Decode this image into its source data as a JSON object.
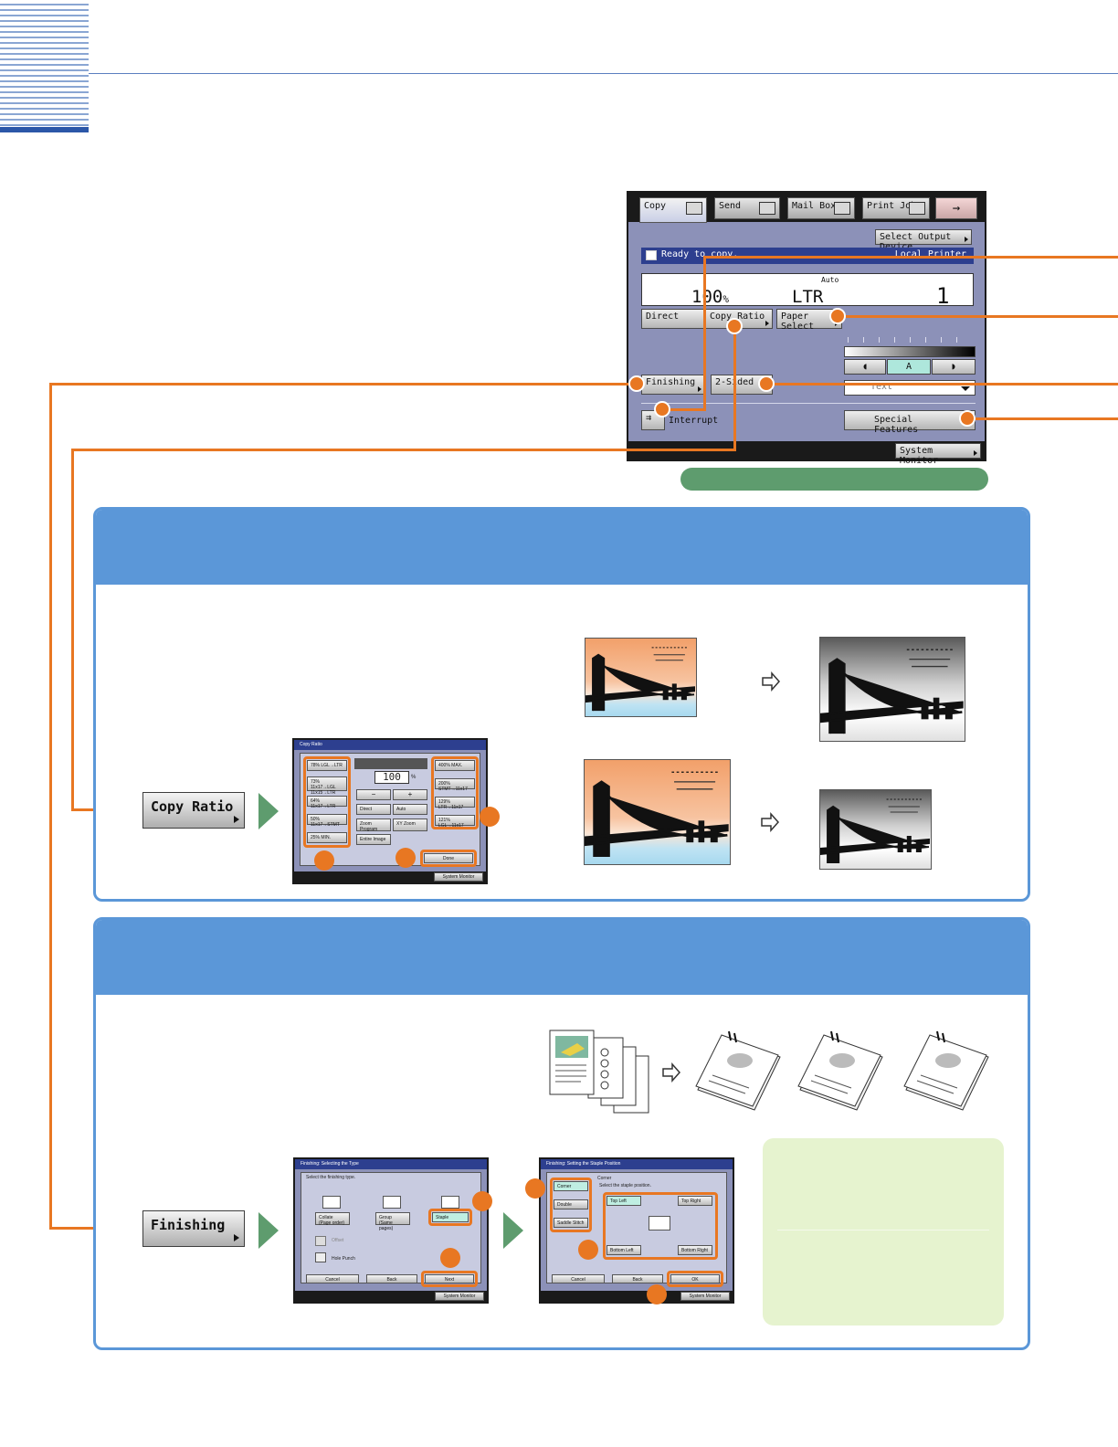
{
  "panel": {
    "tabs": [
      {
        "label": "Copy"
      },
      {
        "label": "Send"
      },
      {
        "label": "Mail Box"
      },
      {
        "label": "Print Job"
      }
    ],
    "select_output": "Select Output Device",
    "local_printer": "Local Printer",
    "status": "Ready to copy.",
    "ratio": "100",
    "ratio_unit": "%",
    "paper_auto": "Auto",
    "paper": "LTR",
    "quantity": "1",
    "buttons": {
      "direct": "Direct",
      "copy_ratio": "Copy Ratio",
      "paper_select": "Paper Select",
      "finishing": "Finishing",
      "two_sided": "2-Sided",
      "interrupt": "Interrupt",
      "special_features": "Special Features",
      "system_monitor": "System Monitor"
    },
    "density_auto": "A",
    "image_type": "Text"
  },
  "section_copy_ratio": {
    "button": "Copy Ratio",
    "screen": {
      "title": "Copy Ratio",
      "preset_reduce": [
        "78% LGL→LTR",
        "73% 11x17→LGL\n11x15→LTR",
        "64% 11x17→LTR",
        "50% 11x17→STMT",
        "25% MIN."
      ],
      "preset_enlarge": [
        "400% MAX.",
        "200% STMT→11x17",
        "129% LTR→11x17",
        "121% LGL→11x17"
      ],
      "value": "100",
      "unit": "%",
      "minus": "−",
      "plus": "+",
      "direct": "Direct",
      "auto": "Auto",
      "zoom_program": "Zoom\nProgram",
      "xy_zoom": "XY Zoom",
      "entire_image": "Entire Image",
      "done": "Done",
      "system_monitor": "System Monitor"
    }
  },
  "section_finishing": {
    "button": "Finishing",
    "screen1": {
      "title": "Finishing: Selecting the Type",
      "prompt": "Select the finishing type.",
      "collate": "Collate\n(Page order)",
      "group": "Group\n(Same pages)",
      "staple": "Staple",
      "offset": "Offset",
      "hole_punch": "Hole Punch",
      "cancel": "Cancel",
      "back": "Back",
      "next": "Next",
      "system_monitor": "System Monitor"
    },
    "screen2": {
      "title": "Finishing: Setting the Staple Position",
      "prompt": "Select the staple position.",
      "corner_label": "Corner",
      "corner": "Corner",
      "double": "Double",
      "saddle": "Saddle Stitch",
      "top_left": "Top Left",
      "top_right": "Top Right",
      "bottom_left": "Bottom Left",
      "bottom_right": "Bottom Right",
      "cancel": "Cancel",
      "back": "Back",
      "ok": "OK",
      "system_monitor": "System Monitor"
    }
  },
  "colors": {
    "accent_orange": "#e87722",
    "section_blue": "#5b97d8",
    "panel_purple": "#8c91b8",
    "arrow_green": "#5e9c6e",
    "note_green": "#e6f3cf"
  }
}
